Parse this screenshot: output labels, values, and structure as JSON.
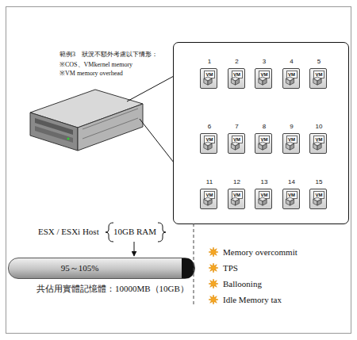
{
  "diagram": {
    "nodes": [
      {
        "text": []
      },
      {
        "text": [
          "1",
          "VM"
        ],
        "in": 0
      },
      {
        "text": [
          "2",
          "VM"
        ],
        "in": 0
      },
      {
        "text": [
          "3",
          "VM"
        ],
        "in": 0
      },
      {
        "text": [
          "4",
          "VM"
        ],
        "in": 0
      },
      {
        "text": [
          "5",
          "VM"
        ],
        "in": 0
      },
      {
        "text": [
          "6",
          "VM"
        ],
        "in": 0
      },
      {
        "text": [
          "7",
          "VM"
        ],
        "in": 0
      },
      {
        "text": [
          "8",
          "VM"
        ],
        "in": 0
      },
      {
        "text": [
          "9",
          "VM"
        ],
        "in": 0
      },
      {
        "text": [
          "10",
          "VM"
        ],
        "in": 0
      },
      {
        "text": [
          "11",
          "VM"
        ],
        "in": 0
      },
      {
        "text": [
          "12",
          "VM"
        ],
        "in": 0
      },
      {
        "text": [
          "13",
          "VM"
        ],
        "in": 0
      },
      {
        "text": [
          "14",
          "VM"
        ],
        "in": 0
      },
      {
        "text": [
          "15",
          "VM"
        ],
        "in": 0
      },
      {
        "text": [
          "95～105%"
        ]
      }
    ],
    "labels": [
      "範例3　狀況不額外考慮以下情形：",
      "※COS、VMkernel memory",
      "※VM memory overhead",
      "ESX / ESXi Host",
      "10GB RAM",
      "共佔用實體記憶體：10000MB（10GB）"
    ],
    "legend": [
      {
        "text": "Memory overcommit"
      },
      {
        "text": "TPS"
      },
      {
        "text": "Ballooning"
      },
      {
        "text": "Idle Memory tax"
      }
    ]
  }
}
